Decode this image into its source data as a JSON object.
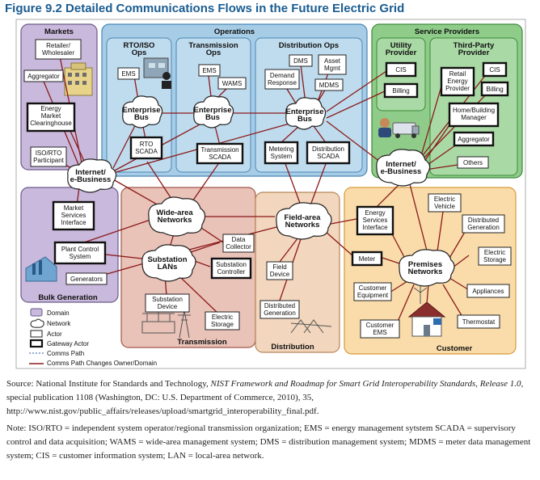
{
  "figure_title": "Figure 9.2  Detailed Communications Flows in the Future Electric Grid",
  "domains": {
    "markets": "Markets",
    "operations": "Operations",
    "service_providers": "Service Providers",
    "rto_iso_ops": "RTO/ISO\nOps",
    "transmission_ops": "Transmission\nOps",
    "distribution_ops": "Distribution Ops",
    "utility_provider": "Utility\nProvider",
    "third_party_provider": "Third-Party\nProvider",
    "bulk_generation": "Bulk Generation",
    "transmission": "Transmission",
    "distribution": "Distribution",
    "customer": "Customer"
  },
  "networks": {
    "enterprise_bus_rto": "Enterprise\nBus",
    "enterprise_bus_trans": "Enterprise\nBus",
    "enterprise_bus_dist": "Enterprise\nBus",
    "internet_left": "Internet/\ne-Business",
    "internet_right": "Internet/\ne-Business",
    "wide_area": "Wide-area\nNetworks",
    "field_area": "Field-area\nNetworks",
    "substation_lans": "Substation\nLANs",
    "premises": "Premises\nNetworks"
  },
  "actors": {
    "retailer_wholesaler": "Retailer/\nWholesaler",
    "aggregator_market": "Aggregator",
    "energy_market_clearinghouse": "Energy\nMarket\nClearinghouse",
    "iso_rto_participant": "ISO/RTO\nParticipant",
    "ems_rto": "EMS",
    "rto_scada": "RTO\nSCADA",
    "ems_trans": "EMS",
    "wams": "WAMS",
    "transmission_scada": "Transmission\nSCADA",
    "dms": "DMS",
    "asset_mgmt": "Asset\nMgmt",
    "demand_response": "Demand\nResponse",
    "mdms": "MDMS",
    "metering_system": "Metering\nSystem",
    "distribution_scada": "Distribution\nSCADA",
    "cis_utility": "CIS",
    "billing_utility": "Billing",
    "retail_energy_provider": "Retail\nEnergy\nProvider",
    "cis_third": "CIS",
    "billing_third": "Billing",
    "home_building_manager": "Home/Building\nManager",
    "aggregator_service": "Aggregator",
    "others": "Others",
    "market_services_interface": "Market\nServices\nInterface",
    "plant_control_system": "Plant Control\nSystem",
    "generators": "Generators",
    "data_collector": "Data\nCollector",
    "substation_controller": "Substation\nController",
    "substation_device": "Substation\nDevice",
    "electric_storage_trans": "Electric\nStorage",
    "field_device": "Field\nDevice",
    "distributed_generation_dist": "Distributed\nGeneration",
    "energy_services_interface": "Energy\nServices\nInterface",
    "meter": "Meter",
    "electric_vehicle": "Electric\nVehicle",
    "distributed_generation_cust": "Distributed\nGeneration",
    "electric_storage_cust": "Electric\nStorage",
    "appliances": "Appliances",
    "customer_equipment": "Customer\nEquipment",
    "customer_ems": "Customer\nEMS",
    "thermostat": "Thermostat"
  },
  "legend": {
    "domain": "Domain",
    "network": "Network",
    "actor": "Actor",
    "gateway_actor": "Gateway Actor",
    "comms_path": "Comms Path",
    "comms_path_changes": "Comms Path Changes Owner/Domain"
  },
  "source": {
    "prefix": "Source: National Institute for Standards and Technology, ",
    "title": "NIST Framework and Roadmap for Smart Grid Interoperability Standards, Release 1.0",
    "suffix": ", special publication 1108 (Washington, DC: U.S. Department of Commerce, 2010), 35, http://www.nist.gov/public_affairs/releases/upload/smartgrid_interoperability_final.pdf."
  },
  "note": "Note: ISO/RTO = independent system operator/regional transmission organization; EMS = energy management sytstem SCADA = supervisory control and data acquisition; WAMS = wide-area management system; DMS = distribution management system; MDMS = meter data management system; CIS = customer information system; LAN = local-area network.",
  "colors": {
    "title": "#1a5c91",
    "markets": "#c9b9dc",
    "operations": "#a7cde6",
    "service_providers": "#8fcc8a",
    "bulk_generation": "#c9b9dc",
    "transmission": "#e9c2b8",
    "distribution": "#f2d6bd",
    "customer": "#f9dcaa",
    "comms_path": "#8b1a1a"
  }
}
